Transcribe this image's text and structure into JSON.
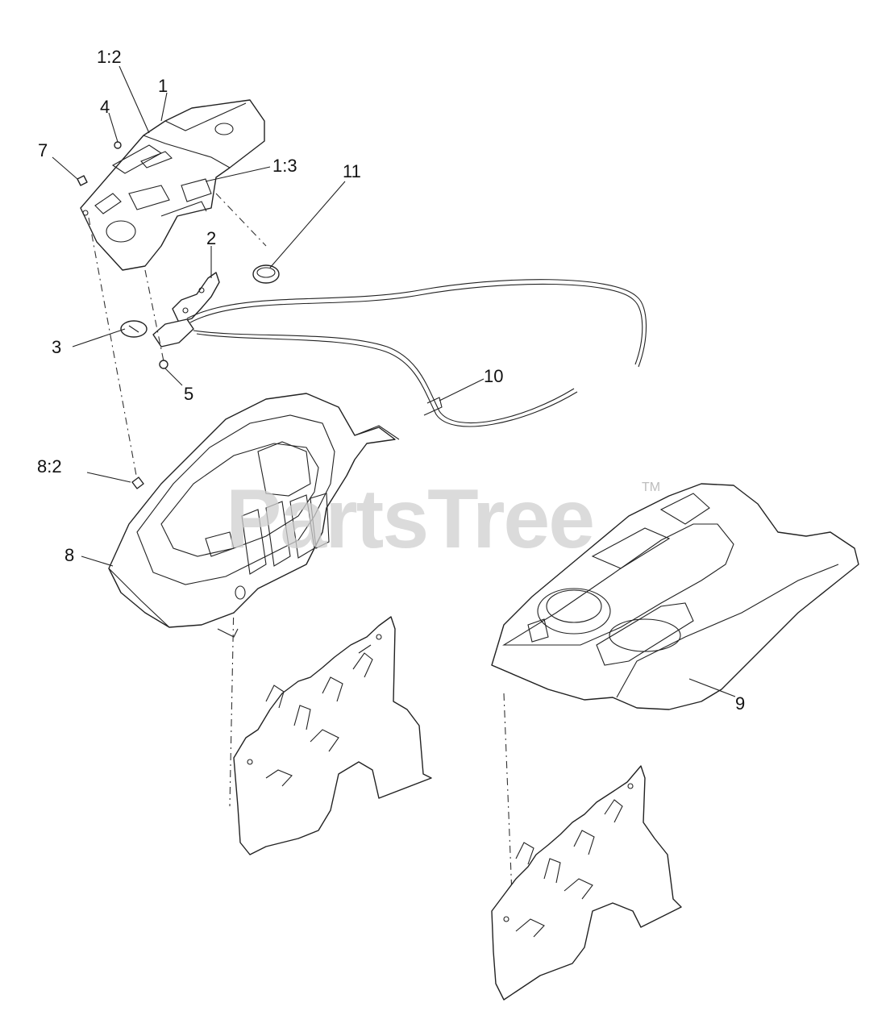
{
  "callouts": [
    {
      "id": "c1_2",
      "label": "1:2"
    },
    {
      "id": "c1",
      "label": "1"
    },
    {
      "id": "c4",
      "label": "4"
    },
    {
      "id": "c7",
      "label": "7"
    },
    {
      "id": "c1_3",
      "label": "1:3"
    },
    {
      "id": "c11",
      "label": "11"
    },
    {
      "id": "c2",
      "label": "2"
    },
    {
      "id": "c3",
      "label": "3"
    },
    {
      "id": "c5",
      "label": "5"
    },
    {
      "id": "c10",
      "label": "10"
    },
    {
      "id": "c8_2",
      "label": "8:2"
    },
    {
      "id": "c8",
      "label": "8"
    },
    {
      "id": "c9",
      "label": "9"
    }
  ],
  "watermark": {
    "text": "PartsTree",
    "tm": "TM"
  }
}
